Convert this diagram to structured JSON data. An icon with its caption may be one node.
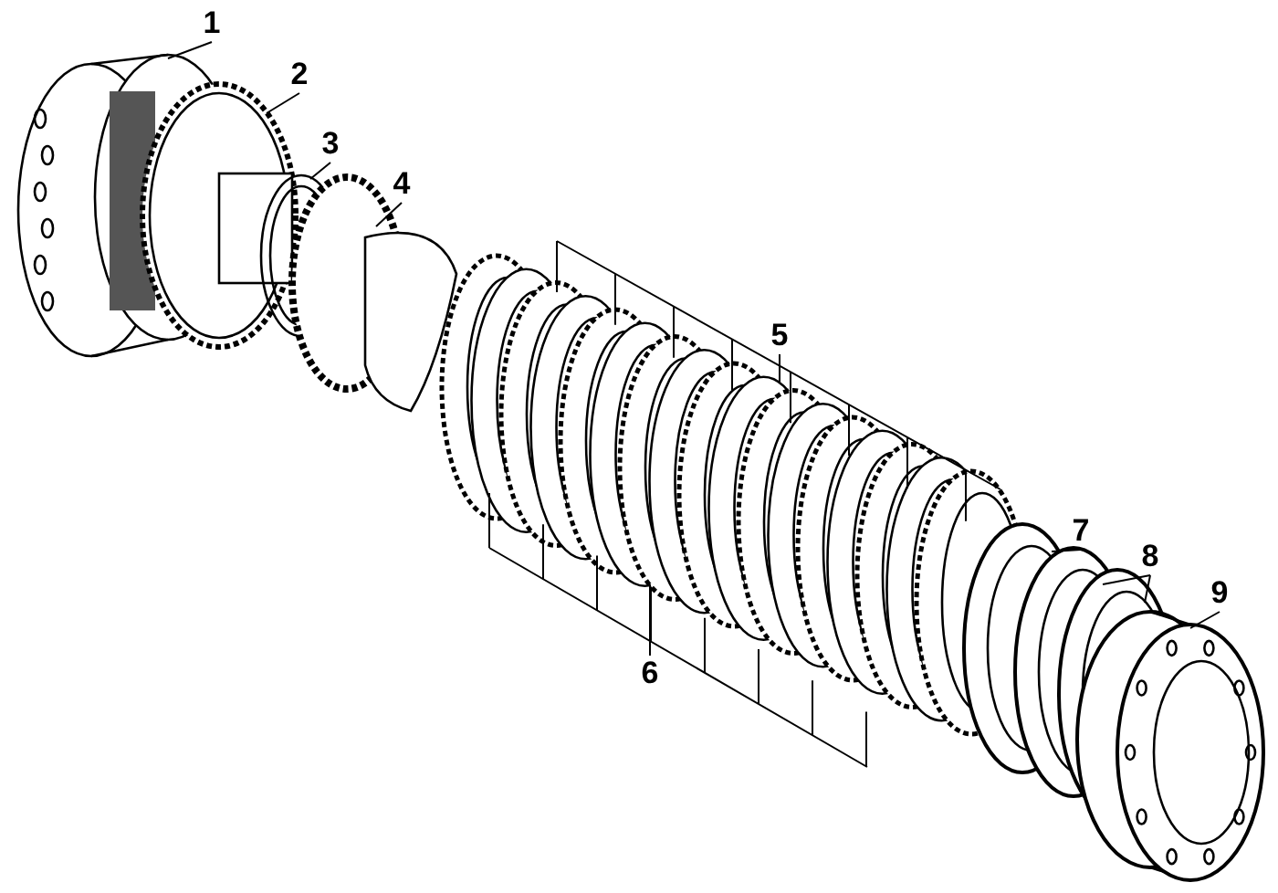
{
  "diagram": {
    "nodes": [
      {
        "text": [
          "1"
        ]
      },
      {
        "text": [
          "2"
        ]
      },
      {
        "text": [
          "3"
        ]
      },
      {
        "text": [
          "4"
        ]
      },
      {
        "text": [
          "5"
        ]
      },
      {
        "text": [
          "6"
        ]
      },
      {
        "text": [
          "7"
        ]
      },
      {
        "text": [
          "8"
        ]
      },
      {
        "text": [
          "9"
        ]
      }
    ],
    "edges": [
      {
        "from": 0,
        "to": null,
        "arrow": "none"
      },
      {
        "from": 1,
        "to": null,
        "arrow": "none"
      },
      {
        "from": 2,
        "to": null,
        "arrow": "none"
      },
      {
        "from": 3,
        "to": null,
        "arrow": "none"
      },
      {
        "from": 4,
        "to": null,
        "arrow": "none"
      },
      {
        "from": 5,
        "to": null,
        "arrow": "none"
      },
      {
        "from": 6,
        "to": null,
        "arrow": "none"
      },
      {
        "from": 7,
        "to": null,
        "arrow": "none"
      },
      {
        "from": 7,
        "to": null,
        "arrow": "none"
      },
      {
        "from": 8,
        "to": null,
        "arrow": "none"
      }
    ]
  }
}
